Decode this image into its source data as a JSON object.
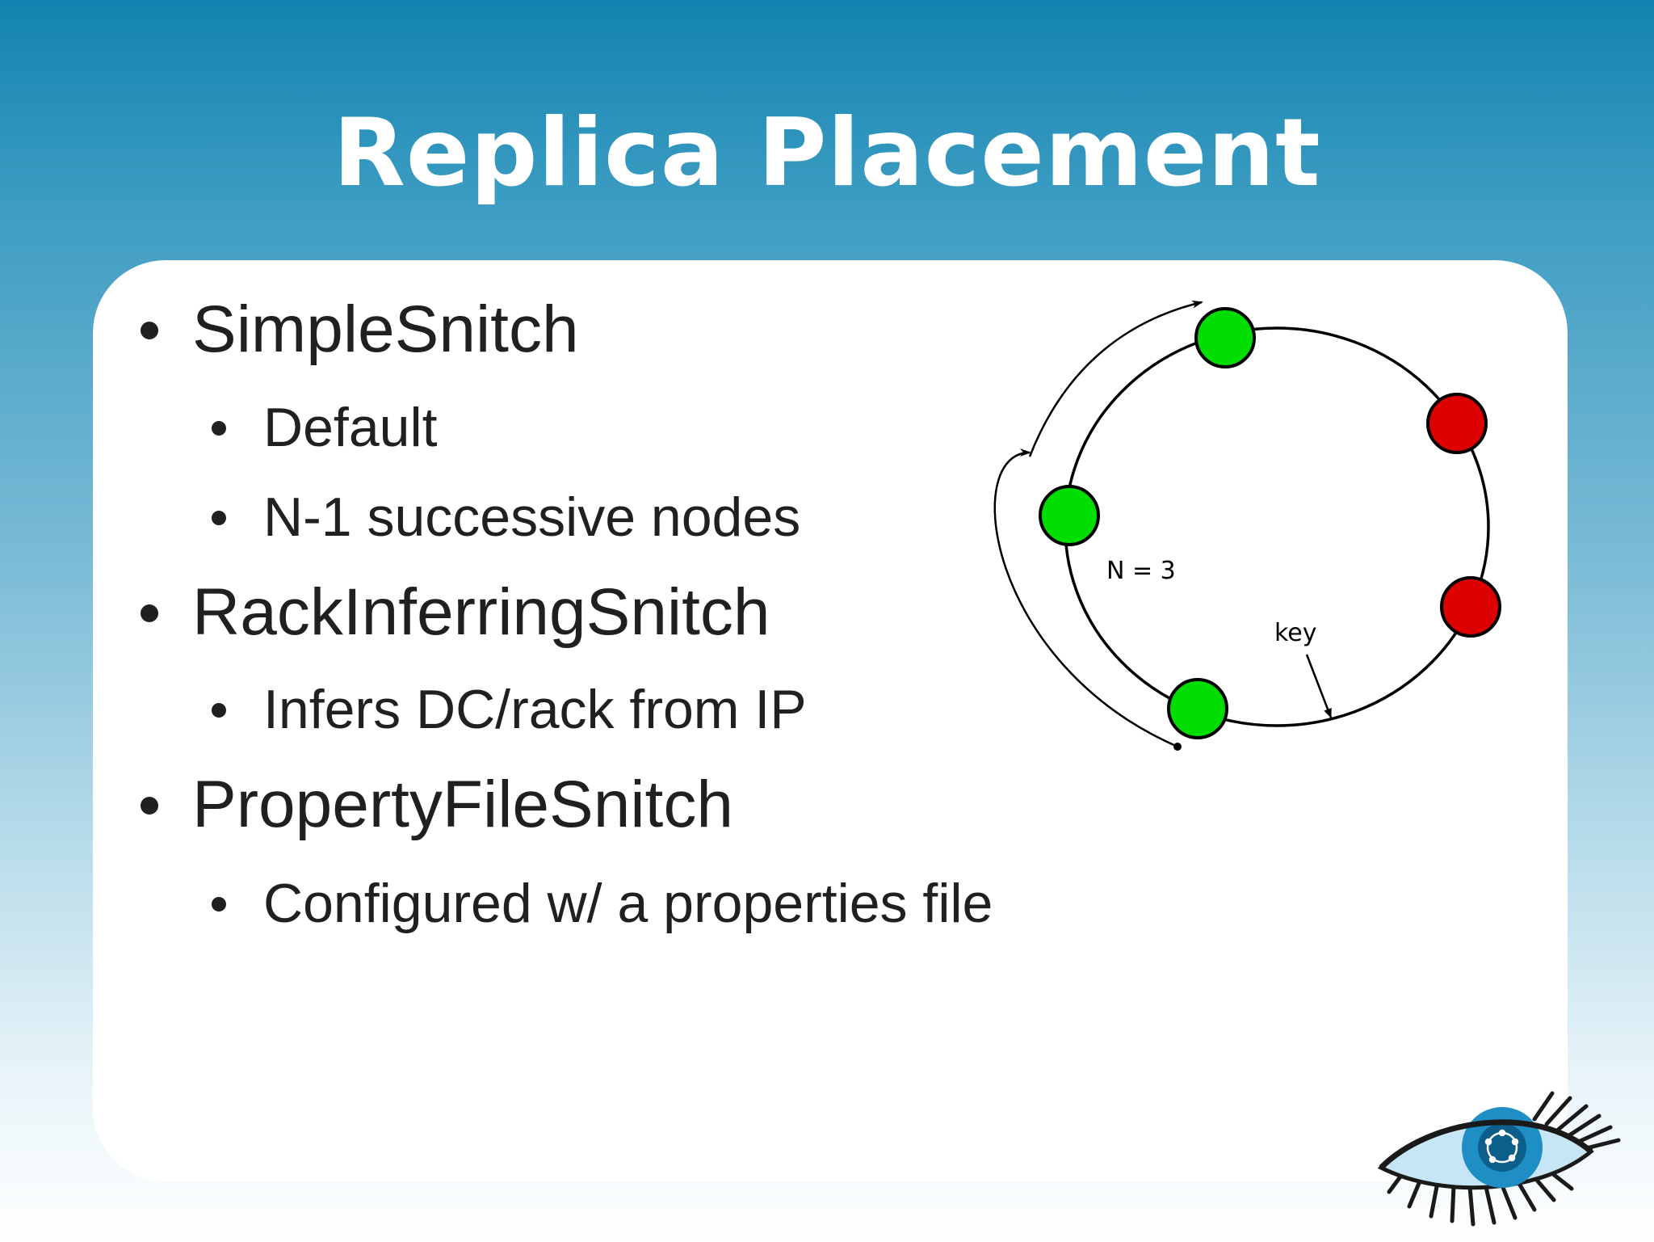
{
  "slide": {
    "title": "Replica Placement",
    "bullets": [
      {
        "text": "SimpleSnitch",
        "children": [
          "Default",
          "N-1 successive nodes"
        ]
      },
      {
        "text": "RackInferringSnitch",
        "children": [
          "Infers DC/rack from IP"
        ]
      },
      {
        "text": "PropertyFileSnitch",
        "children": [
          "Configured w/ a properties file"
        ]
      }
    ]
  },
  "diagram": {
    "replication_label": "N = 3",
    "key_label": "key",
    "nodes": [
      {
        "role": "replica",
        "color": "#00dd00"
      },
      {
        "role": "other",
        "color": "#dd0000"
      },
      {
        "role": "other",
        "color": "#dd0000"
      },
      {
        "role": "replica",
        "color": "#00dd00"
      },
      {
        "role": "replica",
        "color": "#00dd00"
      }
    ]
  },
  "colors": {
    "header_top": "#1283b0",
    "text": "#202020",
    "replica_node": "#00dd00",
    "other_node": "#dd0000"
  }
}
